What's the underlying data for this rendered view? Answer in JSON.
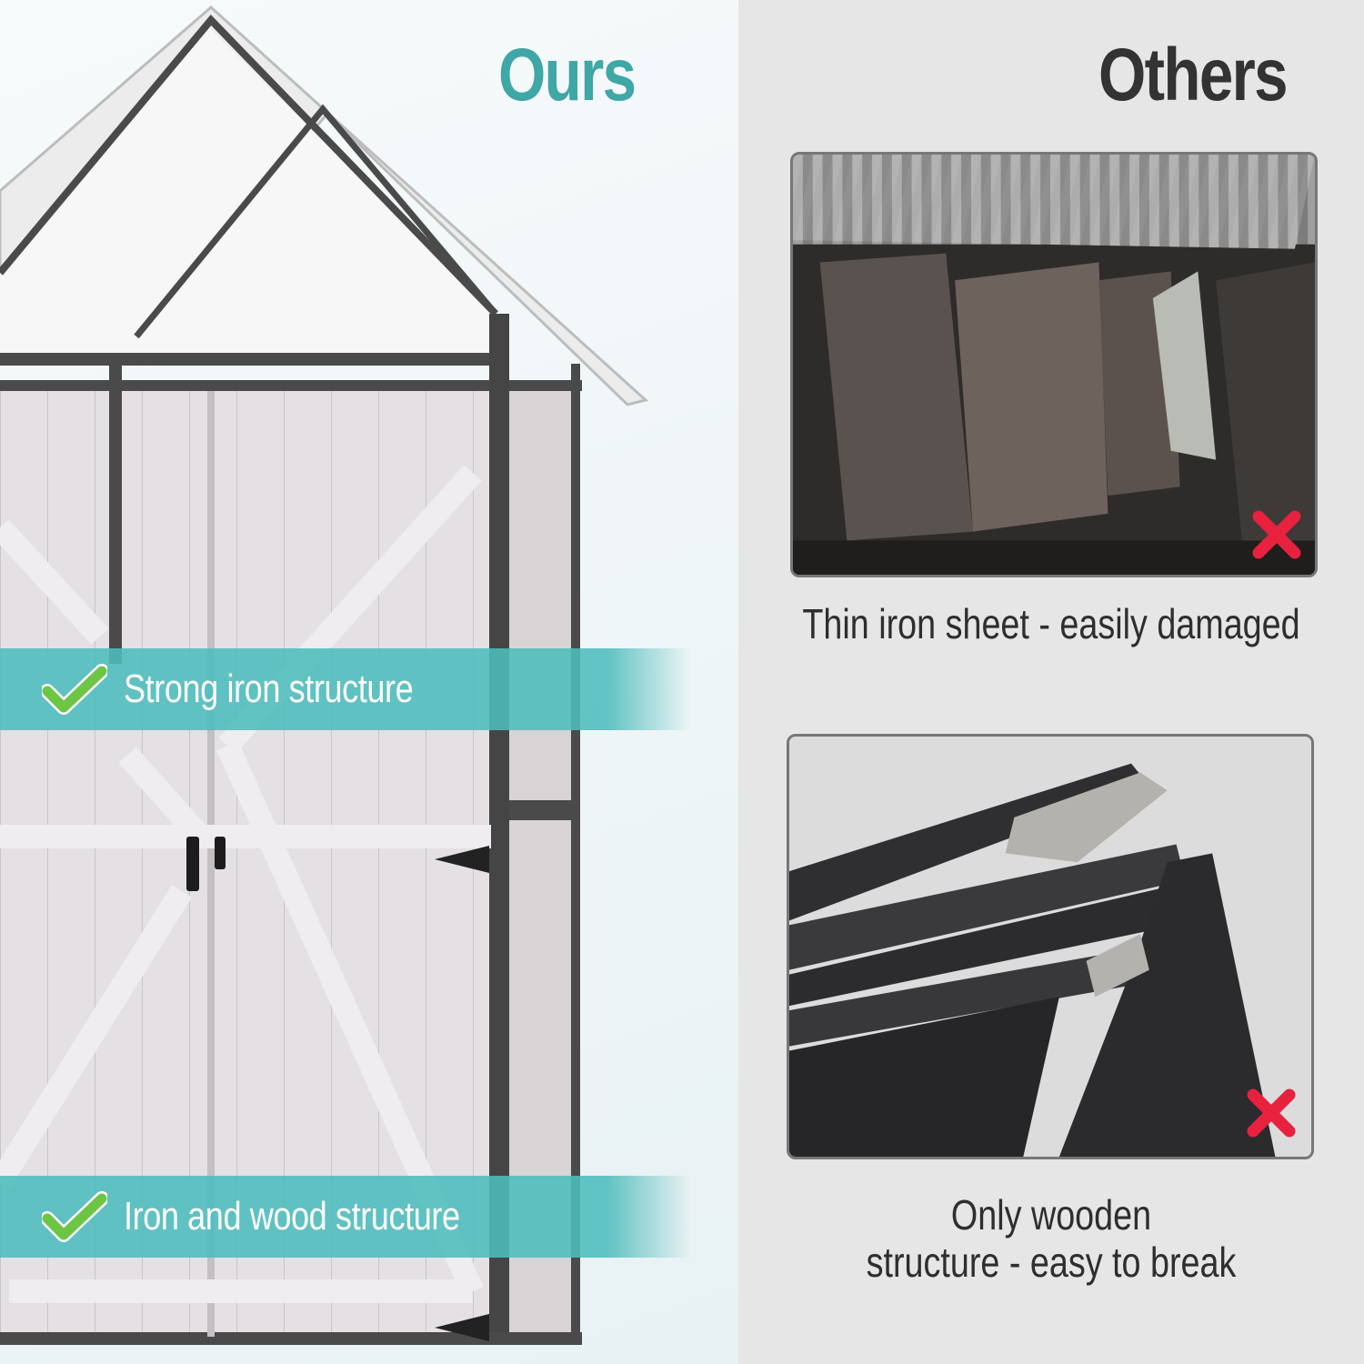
{
  "left": {
    "heading": "Ours",
    "heading_color": "#3fa7a6",
    "features": [
      {
        "icon": "check-icon",
        "label": "Strong iron structure"
      },
      {
        "icon": "check-icon",
        "label": "Iron and wood structure"
      }
    ],
    "band_color": "#4ebdbd",
    "check_color": "#6cc644"
  },
  "right": {
    "heading": "Others",
    "heading_color": "#333333",
    "items": [
      {
        "icon": "cross-icon",
        "caption": "Thin iron sheet - easily damaged"
      },
      {
        "icon": "cross-icon",
        "caption_line1": "Only wooden",
        "caption_line2": "structure - easy to break"
      }
    ],
    "cross_color": "#e8213f"
  }
}
